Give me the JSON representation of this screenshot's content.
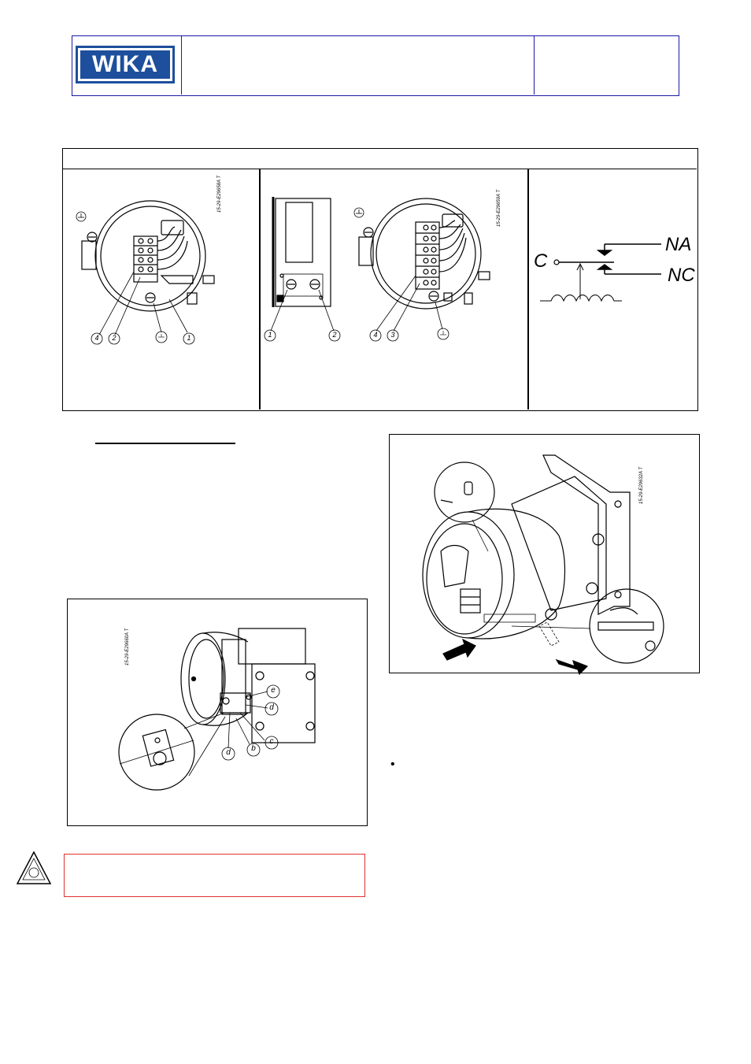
{
  "header": {
    "logo_text": "WIKA",
    "title": "",
    "doc_ref": ""
  },
  "table": {
    "heading": "",
    "col1": {
      "drawing_code": "15-29-E29658A T",
      "callouts": [
        "4",
        "2",
        "1"
      ]
    },
    "col2": {
      "drawing_code": "15-29-E29659A T",
      "callouts_left": [
        "1",
        "2"
      ],
      "callouts_right": [
        "4",
        "3"
      ]
    },
    "col3": {
      "labels": {
        "common": "C",
        "normally_open": "NA",
        "normally_closed": "NC"
      }
    }
  },
  "left_column": {
    "section_heading": "",
    "figure": {
      "drawing_code": "15-29-E29660A T",
      "callouts": [
        "e",
        "d",
        "d",
        "b",
        "c"
      ]
    },
    "ex_notice": ""
  },
  "right_column": {
    "figure": {
      "drawing_code": "15-29-E29632A T"
    },
    "bullet_text": ""
  }
}
